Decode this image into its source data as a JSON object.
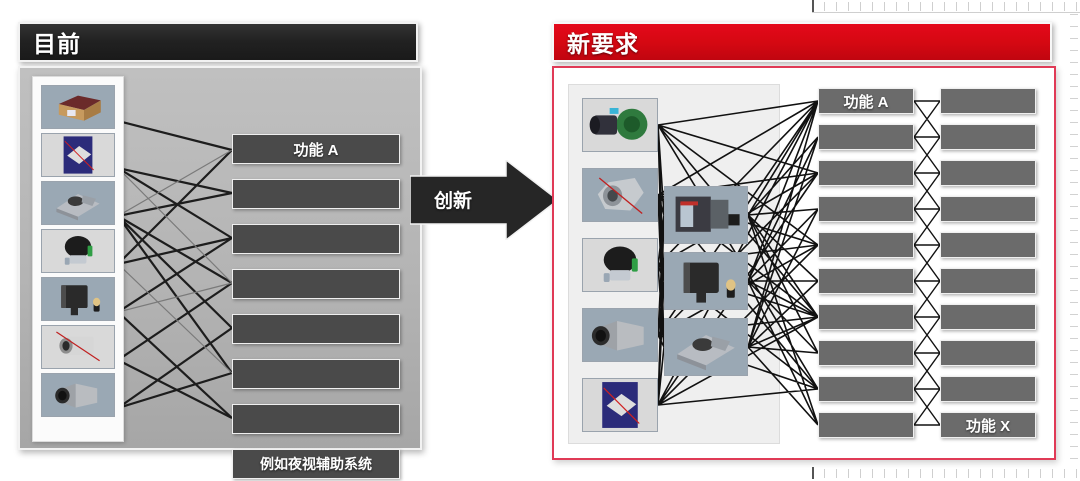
{
  "document": {
    "background": "#ffffff",
    "accent_red": "#d90812",
    "accent_dark": "#222222",
    "bar_gray": "#4a4a4a",
    "panel_gray": "#b4b4b4"
  },
  "left_panel": {
    "title": "目前",
    "thumbnails": [
      {
        "name": "thumb-housing",
        "bg": "blue"
      },
      {
        "name": "thumb-pcb-board",
        "bg": "gray"
      },
      {
        "name": "thumb-bracket",
        "bg": "blue"
      },
      {
        "name": "thumb-sensor-head",
        "bg": "gray"
      },
      {
        "name": "thumb-camera-module",
        "bg": "blue"
      },
      {
        "name": "thumb-lens-assembly",
        "bg": "gray"
      },
      {
        "name": "thumb-camera-body",
        "bg": "blue"
      }
    ],
    "function_bars": [
      {
        "label": "功能 A"
      },
      {
        "label": ""
      },
      {
        "label": ""
      },
      {
        "label": ""
      },
      {
        "label": ""
      },
      {
        "label": ""
      },
      {
        "label": ""
      },
      {
        "label": "例如夜视辅助系统"
      }
    ]
  },
  "arrow": {
    "label": "创新"
  },
  "right_panel": {
    "title": "新要求",
    "thumbnails_col1": [
      {
        "name": "thumb-connector-green",
        "bg": "gray"
      },
      {
        "name": "thumb-gear-ring",
        "bg": "blue"
      },
      {
        "name": "thumb-sensor-head",
        "bg": "gray"
      },
      {
        "name": "thumb-camera-body",
        "bg": "blue"
      },
      {
        "name": "thumb-pcb-board",
        "bg": "gray"
      }
    ],
    "thumbnails_col2": [
      {
        "name": "thumb-control-unit",
        "bg": "blue"
      },
      {
        "name": "thumb-camera-module",
        "bg": "blue"
      },
      {
        "name": "thumb-bracket",
        "bg": "blue"
      }
    ],
    "function_bars_col1": [
      {
        "label": "功能 A"
      },
      {
        "label": ""
      },
      {
        "label": ""
      },
      {
        "label": ""
      },
      {
        "label": ""
      },
      {
        "label": ""
      },
      {
        "label": ""
      },
      {
        "label": ""
      },
      {
        "label": ""
      },
      {
        "label": ""
      }
    ],
    "function_bars_col2": [
      {
        "label": ""
      },
      {
        "label": ""
      },
      {
        "label": ""
      },
      {
        "label": ""
      },
      {
        "label": ""
      },
      {
        "label": ""
      },
      {
        "label": ""
      },
      {
        "label": ""
      },
      {
        "label": ""
      },
      {
        "label": "功能 X"
      }
    ]
  }
}
